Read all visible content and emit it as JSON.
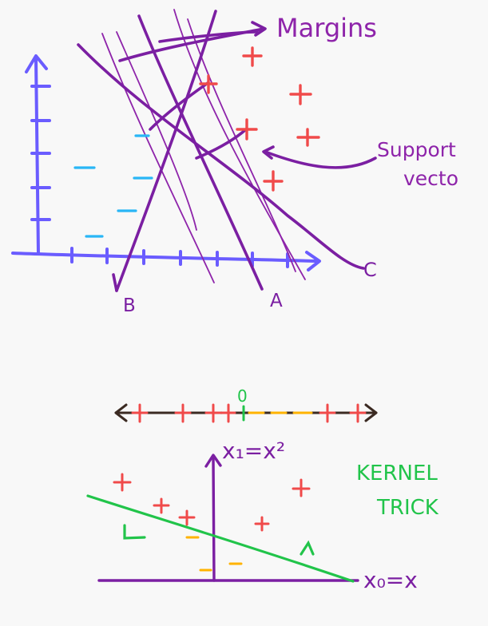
{
  "colors": {
    "background": "#f8f8f8",
    "axis_blue": "#6a5cff",
    "line_purple": "#7b1fa2",
    "margin_purple": "#8e24aa",
    "plus_red": "#f04a4a",
    "minus_blue": "#29b6f6",
    "minus_orange": "#ffb300",
    "kernel_green": "#21c44a",
    "number_line": "#3b2a22"
  },
  "top_diagram": {
    "labels": {
      "margins": "Margins",
      "support_vectors_1": "Support",
      "support_vectors_2": "vecto",
      "line_a": "A",
      "line_b": "B",
      "line_c": "C"
    }
  },
  "number_line": {
    "zero_label": "0"
  },
  "bottom_diagram": {
    "labels": {
      "y_axis": "x₁=x²",
      "x_axis": "x₀=x",
      "kernel_1": "KERNEL",
      "kernel_2": "TRICK"
    }
  }
}
